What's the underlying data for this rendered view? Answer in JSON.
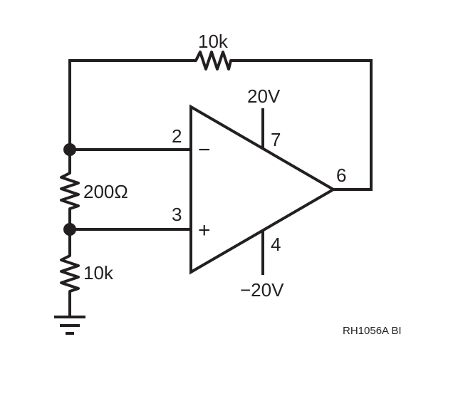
{
  "resistors": {
    "feedback": "10k",
    "middle": "200Ω",
    "lower": "10k"
  },
  "pins": {
    "inverting": "2",
    "non_inverting": "3",
    "output": "6",
    "v_plus": "7",
    "v_minus": "4"
  },
  "inputs": {
    "inverting_sign": "−",
    "non_inverting_sign": "+"
  },
  "supplies": {
    "positive": "20V",
    "negative": "−20V"
  },
  "figure_id": "RH1056A BI",
  "colors": {
    "ink": "#231f20",
    "background": "#ffffff"
  }
}
